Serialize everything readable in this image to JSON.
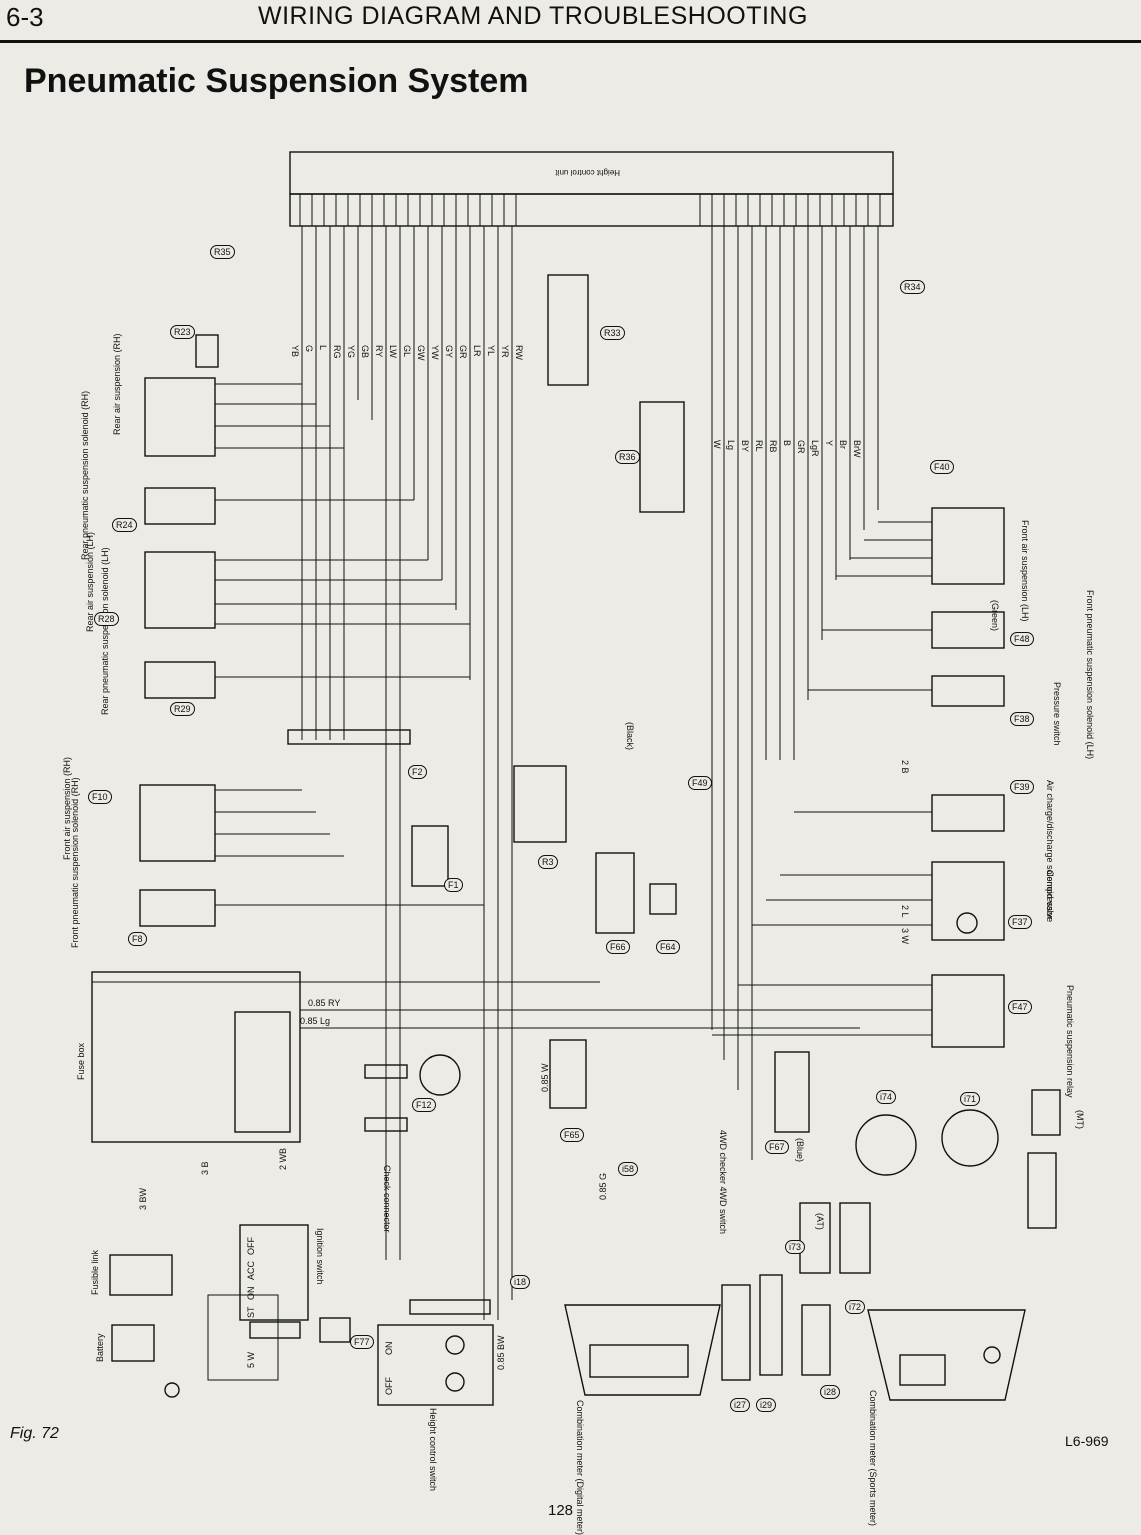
{
  "header": {
    "section": "6-3",
    "title": "WIRING DIAGRAM AND TROUBLESHOOTING"
  },
  "page_title": "Pneumatic Suspension System",
  "diagram": {
    "control_unit": "Height control unit",
    "components": [
      {
        "id": "rear-air-suspension-rh",
        "label": "Rear air suspension (RH)"
      },
      {
        "id": "rear-pneumatic-solenoid-rh",
        "label": "Rear pneumatic suspension solenoid (RH)"
      },
      {
        "id": "rear-air-suspension-lh",
        "label": "Rear air suspension (LH)"
      },
      {
        "id": "rear-pneumatic-solenoid-lh",
        "label": "Rear pneumatic suspension solenoid (LH)"
      },
      {
        "id": "front-air-suspension-rh",
        "label": "Front air suspension (RH)"
      },
      {
        "id": "front-pneumatic-solenoid-rh",
        "label": "Front pneumatic suspension solenoid (RH)"
      },
      {
        "id": "front-air-suspension-lh",
        "label": "Front air suspension (LH)"
      },
      {
        "id": "front-pneumatic-solenoid-lh",
        "label": "Front pneumatic suspension solenoid (LH)"
      },
      {
        "id": "pressure-switch",
        "label": "Pressure switch"
      },
      {
        "id": "air-valve",
        "label": "Air charge/discharge solenoid valve"
      },
      {
        "id": "compressor",
        "label": "Compressor"
      },
      {
        "id": "suspension-relay",
        "label": "Pneumatic suspension relay"
      },
      {
        "id": "fuse-box",
        "label": "Fuse box"
      },
      {
        "id": "fusible-link",
        "label": "Fusible link"
      },
      {
        "id": "battery",
        "label": "Battery"
      },
      {
        "id": "ignition-switch",
        "label": "Ignition switch"
      },
      {
        "id": "check-connector",
        "label": "Check connector"
      },
      {
        "id": "height-control-switch",
        "label": "Height control switch"
      },
      {
        "id": "combination-meter-digital",
        "label": "Combination meter (Digital meter)"
      },
      {
        "id": "combination-meter-sports",
        "label": "Combination meter (Sports meter)"
      },
      {
        "id": "4wd-switch",
        "label": "4WD checker 4WD switch"
      }
    ],
    "connectors": [
      "R35",
      "R34",
      "R33",
      "R36",
      "R23",
      "R24",
      "R28",
      "R29",
      "F10",
      "F8",
      "F2",
      "F1",
      "R3",
      "F40",
      "F48",
      "F38",
      "F49",
      "F39",
      "F37",
      "F47",
      "F66",
      "F64",
      "F65",
      "F67",
      "F12",
      "F77",
      "i18",
      "i58",
      "i27",
      "i29",
      "i28",
      "i73",
      "i72",
      "i71",
      "i74"
    ],
    "wire_colors": [
      "YB",
      "G",
      "L",
      "RG",
      "YG",
      "GB",
      "RY",
      "LW",
      "GL",
      "GW",
      "YW",
      "GY",
      "GR",
      "LR",
      "YL",
      "YR",
      "RW",
      "W",
      "Lg",
      "BY",
      "RL",
      "RB",
      "B",
      "GR",
      "LgR",
      "Y",
      "Br",
      "BrW"
    ],
    "ignition_positions": [
      "OFF",
      "ACC",
      "ON",
      "ST"
    ],
    "switch_positions": [
      "OFF",
      "ON"
    ],
    "misc_labels": [
      "(Black)",
      "(Green)",
      "(Blue)",
      "(AT)",
      "(MT)",
      "0.85 Lg",
      "0.85 RY",
      "0.85 W",
      "0.85 G",
      "0.85 BW",
      "3 B",
      "2 WB",
      "3 BW",
      "5 W",
      "2 B",
      "2 L",
      "3 W"
    ]
  },
  "footer": {
    "fig": "Fig. 72",
    "ref": "L6-969",
    "page": "128"
  }
}
